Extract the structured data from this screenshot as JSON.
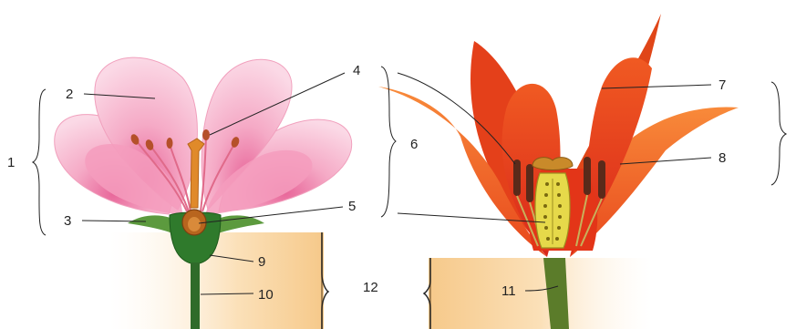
{
  "labels": {
    "l1": "1",
    "l2": "2",
    "l3": "3",
    "l4": "4",
    "l5": "5",
    "l6": "6",
    "l7": "7",
    "l8": "8",
    "l9": "9",
    "l10": "10",
    "l11": "11",
    "l12": "12"
  },
  "colors": {
    "pink_petal": "#f7bcd0",
    "pink_petal_dark": "#ec8fb2",
    "sepal_green": "#4e8f3a",
    "stem_green": "#2f6b2a",
    "tulip_red": "#e83a1a",
    "tulip_orange": "#f47b20",
    "ovary_yellow": "#e6d94a",
    "panel_tan": "#f6c98a"
  }
}
